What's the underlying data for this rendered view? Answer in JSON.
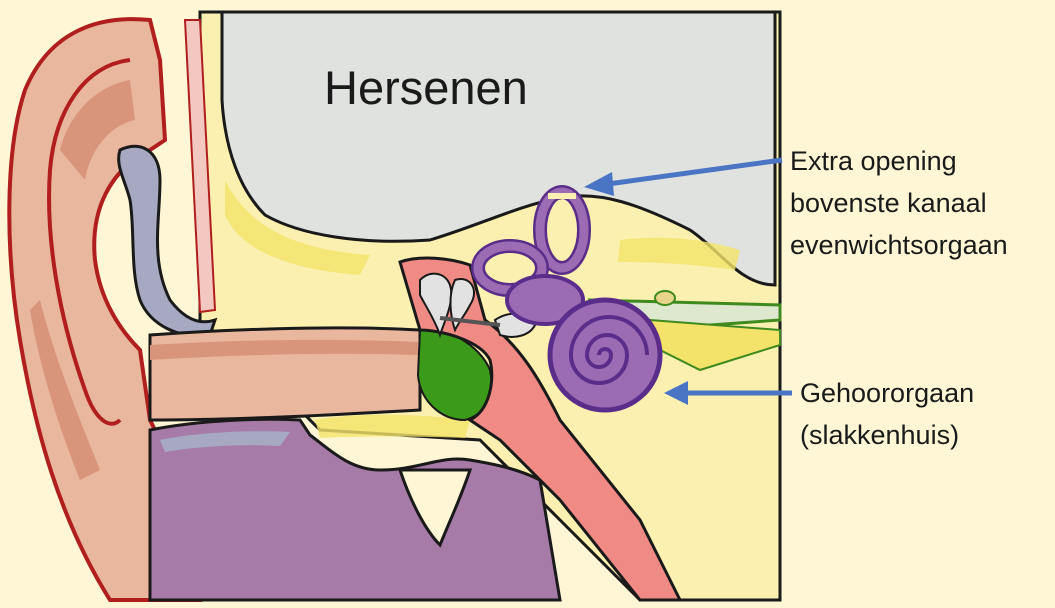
{
  "labels": {
    "brain": "Hersenen",
    "extra_opening": "Extra opening\nbovenste kanaal\nevenwichtsorgaan",
    "cochlea": "Gehoororgaan\n(slakkenhuis)"
  },
  "colors": {
    "background": "#fff6d5",
    "brain": "#dfe2de",
    "bone": "#fbf0b0",
    "skin": "#e9b69e",
    "skin_dark": "#d8957c",
    "outline_red": "#b01e1e",
    "inner_ear": "#9b6cb3",
    "inner_ear_stroke": "#5a2d8a",
    "eardrum": "#3c9a1a",
    "eustachian": "#ef8b84",
    "jaw": "#a67ba8",
    "arrow": "#4a74c4",
    "nerve": "#3f8a1e"
  },
  "icons": {
    "arrow_top": "left-arrow-icon",
    "arrow_bottom": "left-arrow-icon"
  }
}
